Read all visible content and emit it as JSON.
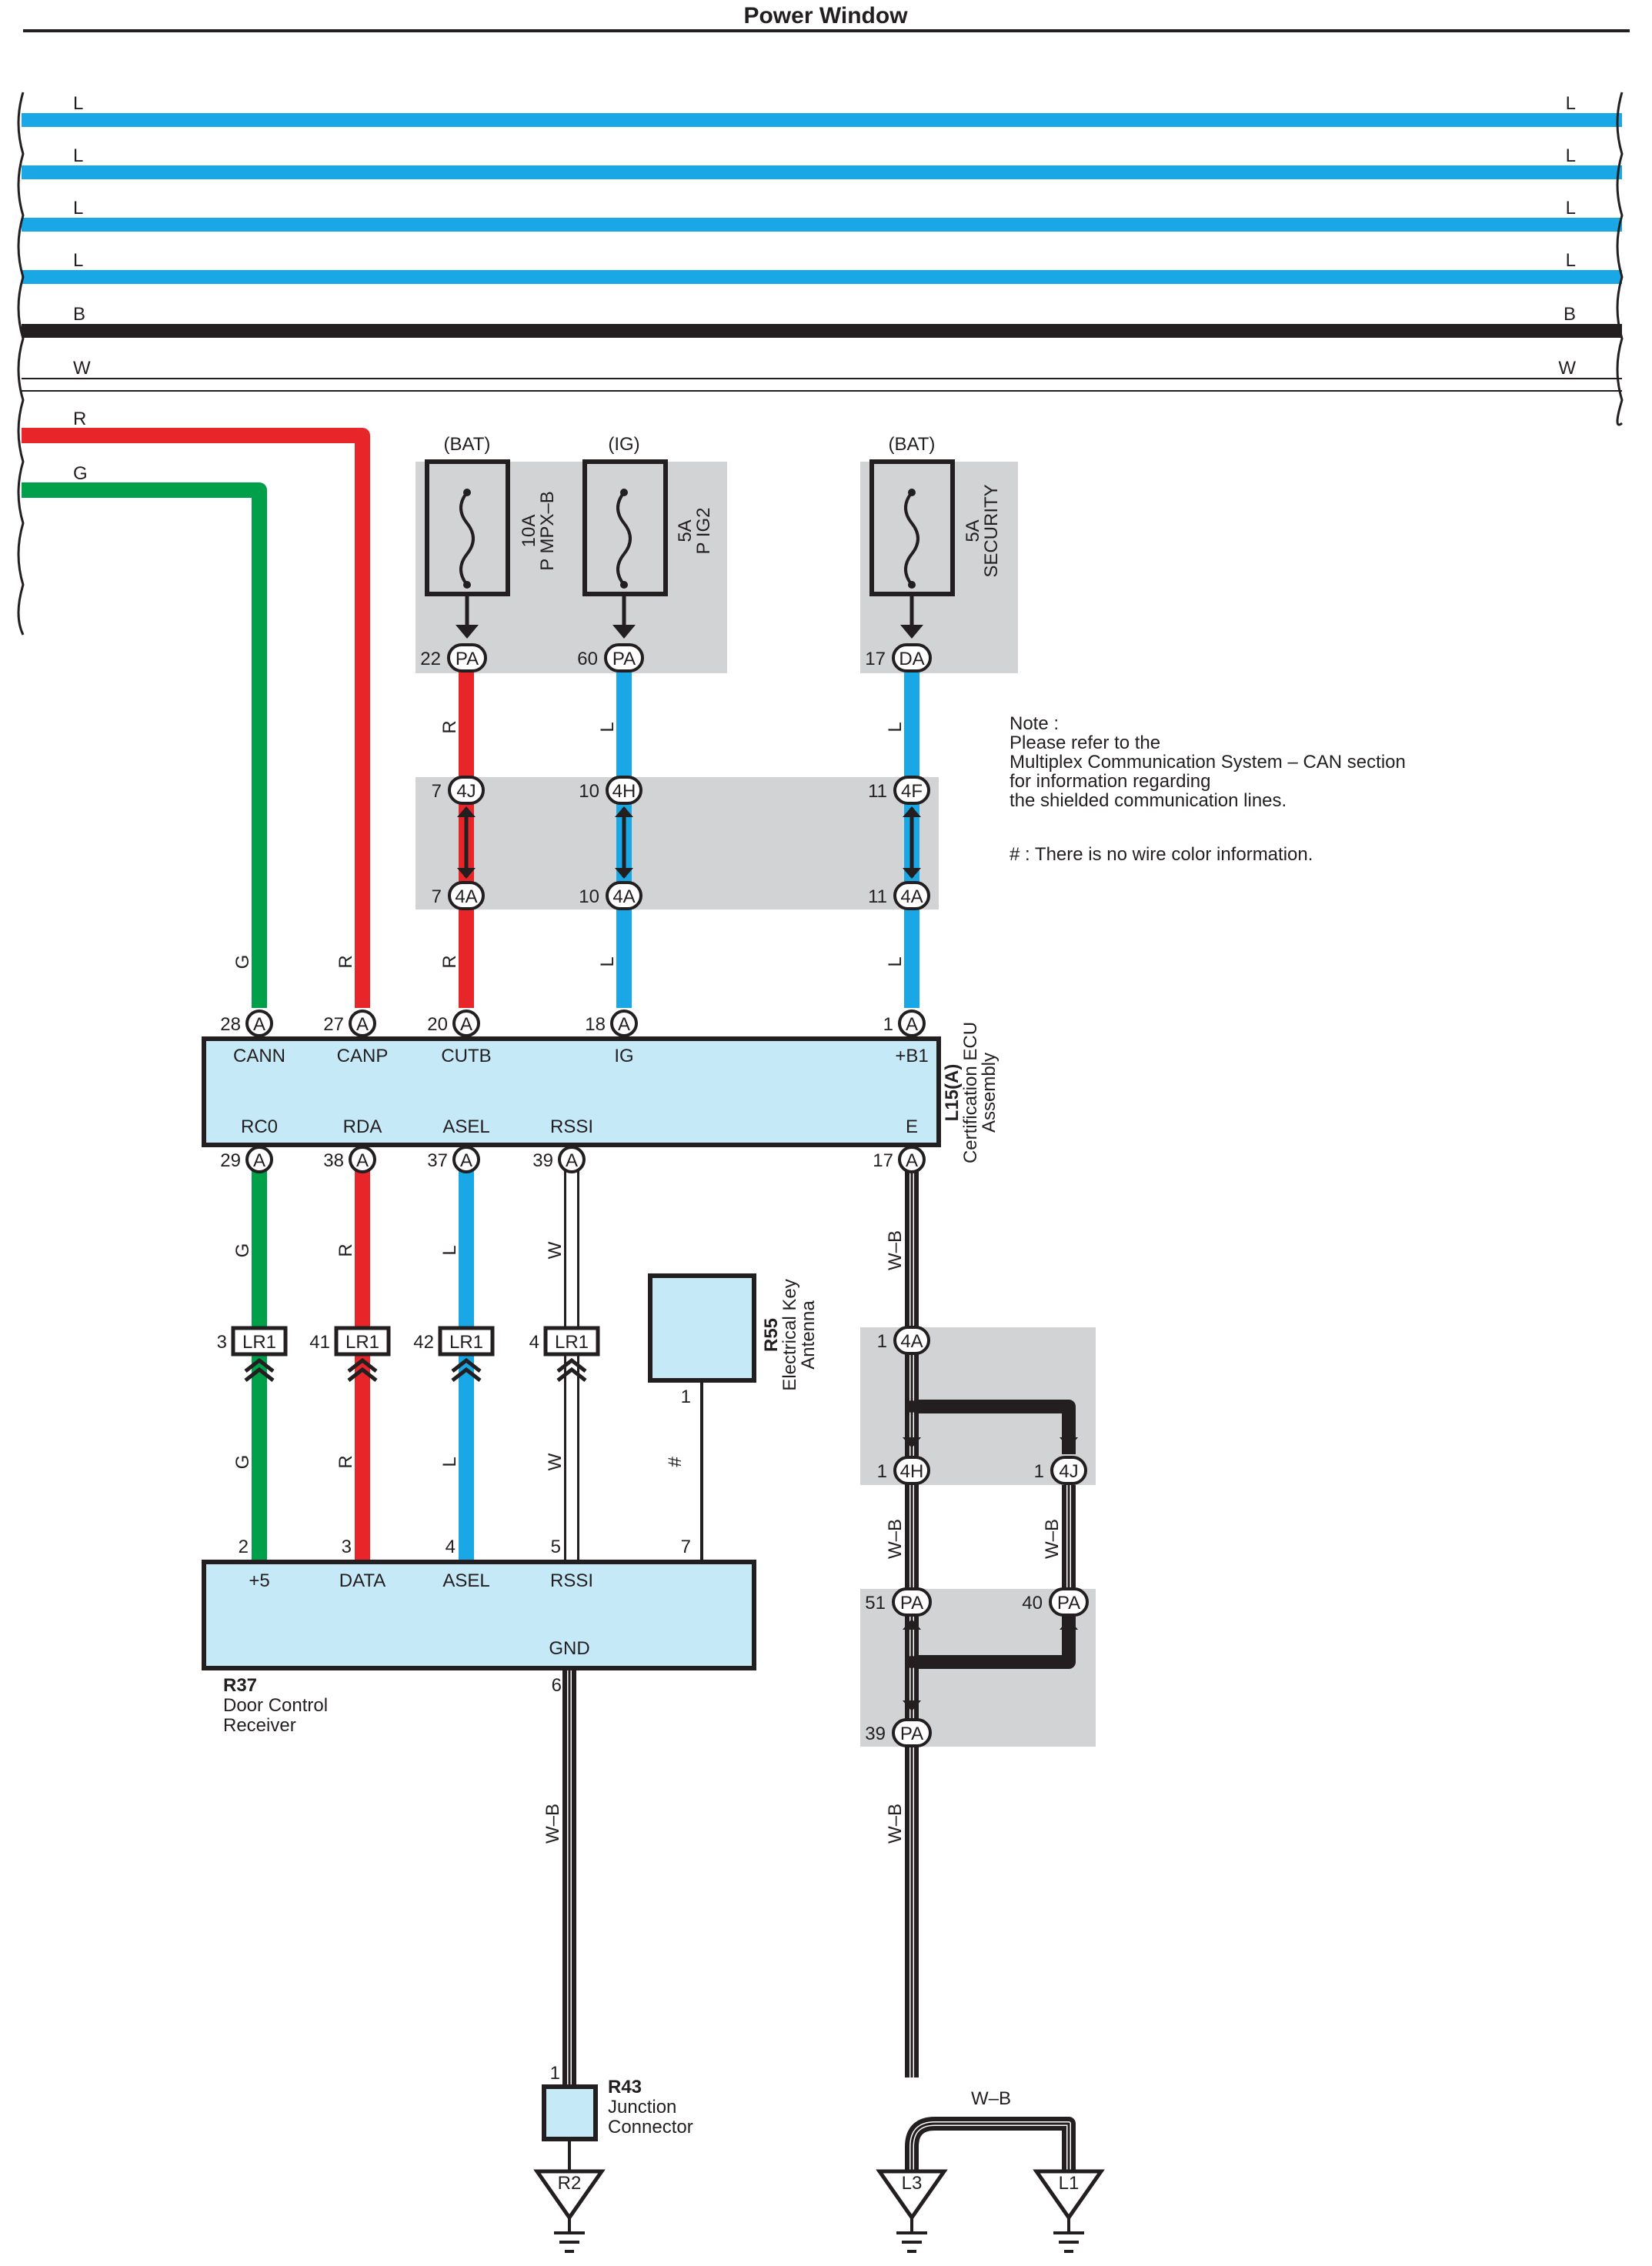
{
  "title": "Power Window",
  "bus": {
    "wires": [
      {
        "color_code": "L",
        "hex": "#1aa7e6"
      },
      {
        "color_code": "L",
        "hex": "#1aa7e6"
      },
      {
        "color_code": "L",
        "hex": "#1aa7e6"
      },
      {
        "color_code": "L",
        "hex": "#1aa7e6"
      },
      {
        "color_code": "B",
        "hex": "#231f20"
      },
      {
        "color_code": "W",
        "hex": "#ffffff"
      },
      {
        "color_code": "R",
        "hex": "#e8262a"
      },
      {
        "color_code": "G",
        "hex": "#00a04b"
      }
    ]
  },
  "fuses": [
    {
      "source": "(BAT)",
      "rating": "10A",
      "name": "P MPX–B",
      "pin": "22",
      "connector": "PA"
    },
    {
      "source": "(IG)",
      "rating": "5A",
      "name": "P IG2",
      "pin": "60",
      "connector": "PA"
    },
    {
      "source": "(BAT)",
      "rating": "5A",
      "name": "SECURITY",
      "pin": "17",
      "connector": "DA"
    }
  ],
  "junctions_upper": [
    {
      "top_pin": "7",
      "top_conn": "4J",
      "bot_pin": "7",
      "bot_conn": "4A"
    },
    {
      "top_pin": "10",
      "top_conn": "4H",
      "bot_pin": "10",
      "bot_conn": "4A"
    },
    {
      "top_pin": "11",
      "top_conn": "4F",
      "bot_pin": "11",
      "bot_conn": "4A"
    }
  ],
  "note": {
    "heading": "Note :",
    "lines": [
      "Please refer to the",
      "Multiplex Communication System – CAN section",
      "for information regarding",
      "the shielded communication lines."
    ],
    "hash_note": "# : There is no wire color information."
  },
  "ecu": {
    "code": "L15(A)",
    "name_line1": "Certification ECU",
    "name_line2": "Assembly",
    "top_pins": [
      {
        "num": "28",
        "conn": "A",
        "label": "CANN",
        "wire": "G"
      },
      {
        "num": "27",
        "conn": "A",
        "label": "CANP",
        "wire": "R"
      },
      {
        "num": "20",
        "conn": "A",
        "label": "CUTB",
        "wire": "R"
      },
      {
        "num": "18",
        "conn": "A",
        "label": "IG",
        "wire": "L"
      },
      {
        "num": "1",
        "conn": "A",
        "label": "+B1",
        "wire": "L"
      }
    ],
    "bottom_pins": [
      {
        "num": "29",
        "conn": "A",
        "label": "RC0",
        "wire": "G"
      },
      {
        "num": "38",
        "conn": "A",
        "label": "RDA",
        "wire": "R"
      },
      {
        "num": "37",
        "conn": "A",
        "label": "ASEL",
        "wire": "L"
      },
      {
        "num": "39",
        "conn": "A",
        "label": "RSSI",
        "wire": "W"
      },
      {
        "num": "17",
        "conn": "A",
        "label": "E",
        "wire": "W–B"
      }
    ]
  },
  "lr1": [
    {
      "num": "3",
      "conn": "LR1",
      "wire_below": "G"
    },
    {
      "num": "41",
      "conn": "LR1",
      "wire_below": "R"
    },
    {
      "num": "42",
      "conn": "LR1",
      "wire_below": "L"
    },
    {
      "num": "4",
      "conn": "LR1",
      "wire_below": "W"
    }
  ],
  "antenna": {
    "code": "R55",
    "name_line1": "Electrical Key",
    "name_line2": "Antenna",
    "pin": "1",
    "wire": "#"
  },
  "receiver": {
    "code": "R37",
    "name_line1": "Door Control",
    "name_line2": "Receiver",
    "pins": [
      {
        "num": "2",
        "label": "+5"
      },
      {
        "num": "3",
        "label": "DATA"
      },
      {
        "num": "4",
        "label": "ASEL"
      },
      {
        "num": "5",
        "label": "RSSI"
      },
      {
        "num": "7",
        "label": ""
      }
    ],
    "gnd_label": "GND",
    "gnd_pin": "6",
    "gnd_wire": "W–B"
  },
  "junction_connector": {
    "code": "R43",
    "name_line1": "Junction",
    "name_line2": "Connector",
    "pin": "1"
  },
  "ground_junctions": {
    "j1": {
      "pin": "1",
      "conn": "4A"
    },
    "j2": {
      "pin": "1",
      "conn": "4H"
    },
    "j3": {
      "pin": "1",
      "conn": "4J"
    },
    "p51": {
      "pin": "51",
      "conn": "PA"
    },
    "p40": {
      "pin": "40",
      "conn": "PA"
    },
    "p39": {
      "pin": "39",
      "conn": "PA"
    },
    "wire_wb": "W–B"
  },
  "grounds": [
    "R2",
    "L3",
    "L1"
  ]
}
